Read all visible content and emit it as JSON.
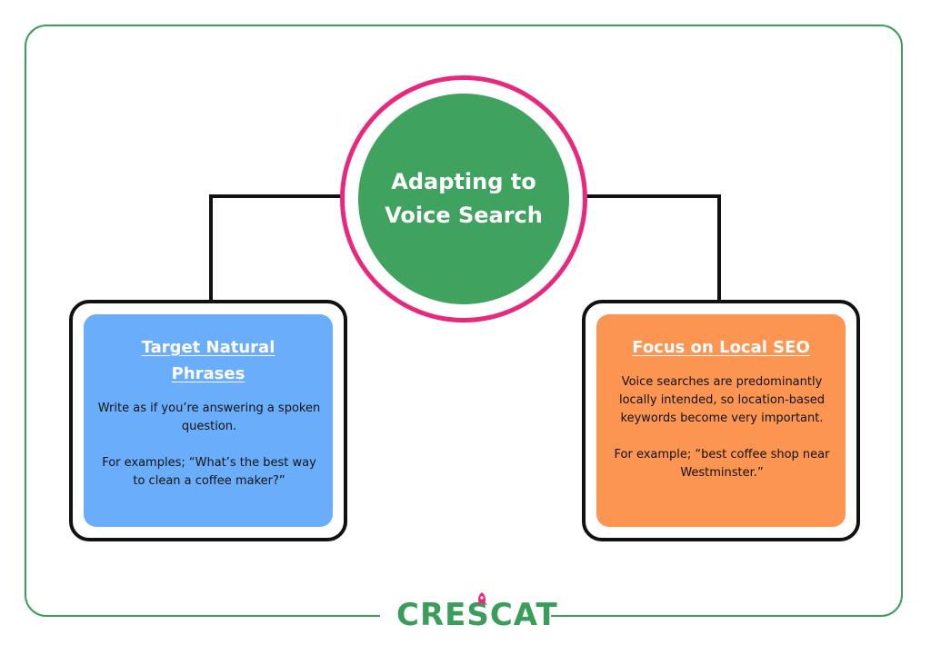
{
  "diagram": {
    "center": {
      "title": "Adapting to Voice Search"
    },
    "left_card": {
      "title": "Target Natural Phrases",
      "paragraphs": [
        "Write as if you’re answering a spoken question.",
        "For examples; “What’s the best way to clean a coffee maker?”"
      ]
    },
    "right_card": {
      "title": "Focus on Local SEO",
      "paragraphs": [
        "Voice searches are predominantly locally intended, so location-based keywords become very important.",
        "For example; “best coffee shop near Westminster.”"
      ]
    }
  },
  "brand": {
    "logo_text": "CRESCAT",
    "icon": "rocket-icon"
  },
  "colors": {
    "frame_green": "#3a9e5a",
    "hub_green": "#3fa35f",
    "hub_ring_pink": "#e8287d",
    "left_card_blue": "#6aaefb",
    "right_card_orange": "#fb9551",
    "connector": "#111111"
  }
}
